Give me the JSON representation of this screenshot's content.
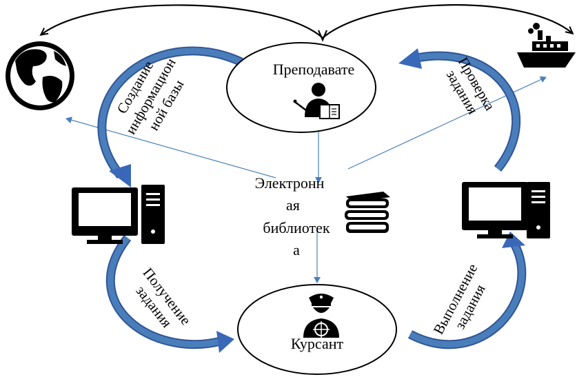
{
  "nodes": {
    "teacher": {
      "label": "Преподавате",
      "icon": "teacher-icon"
    },
    "cadet": {
      "label": "Курсант",
      "icon": "captain-icon"
    },
    "library": {
      "lines": [
        "Электронн",
        "ая",
        "библиотек",
        "а"
      ],
      "icon": "books-icon"
    },
    "globe": {
      "icon": "globe-icon"
    },
    "ship": {
      "icon": "ship-icon"
    },
    "computer_left": {
      "icon": "computer-icon"
    },
    "computer_right": {
      "icon": "computer-icon"
    }
  },
  "flows": {
    "create_db": [
      "Создание",
      "информацион",
      "ной базы"
    ],
    "check_task": [
      "Проверка",
      "задания"
    ],
    "receive_task": [
      "Получение",
      "задания"
    ],
    "do_task": [
      "Выполнение",
      "задания"
    ]
  },
  "colors": {
    "flow_arrow": "#4472c4",
    "flow_arrow_dark": "#2f5597",
    "thin_arrow": "#4a7ebb",
    "outline": "#000000"
  }
}
